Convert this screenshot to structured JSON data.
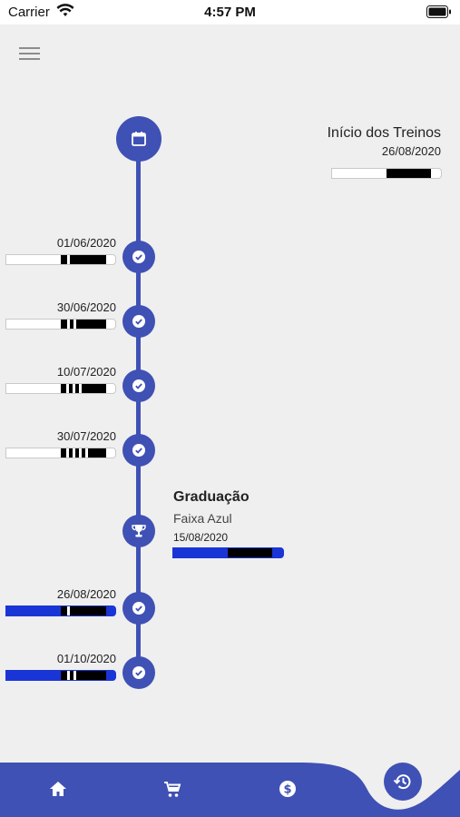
{
  "status_bar": {
    "carrier": "Carrier",
    "time": "4:57 PM"
  },
  "colors": {
    "accent": "#3f51b5",
    "blue_belt": "#1a35d6",
    "background": "#efefef"
  },
  "start": {
    "title": "Início dos Treinos",
    "date": "26/08/2020",
    "icon": "calendar-icon"
  },
  "graduations": [
    {
      "date": "01/06/2020",
      "belt": "white",
      "stripes": 1,
      "icon": "check-icon"
    },
    {
      "date": "30/06/2020",
      "belt": "white",
      "stripes": 2,
      "icon": "check-icon"
    },
    {
      "date": "10/07/2020",
      "belt": "white",
      "stripes": 3,
      "icon": "check-icon"
    },
    {
      "date": "30/07/2020",
      "belt": "white",
      "stripes": 4,
      "icon": "check-icon"
    }
  ],
  "promotion": {
    "title": "Graduação",
    "subtitle": "Faixa Azul",
    "date": "15/08/2020",
    "icon": "trophy-icon"
  },
  "blue_graduations": [
    {
      "date": "26/08/2020",
      "belt": "blue",
      "stripes": 1,
      "icon": "check-icon"
    },
    {
      "date": "01/10/2020",
      "belt": "blue",
      "stripes": 2,
      "icon": "check-icon"
    }
  ],
  "tabs": [
    {
      "name": "home",
      "icon": "home-icon"
    },
    {
      "name": "cart",
      "icon": "cart-icon"
    },
    {
      "name": "payment",
      "icon": "dollar-icon"
    },
    {
      "name": "history",
      "icon": "history-icon",
      "active": true
    }
  ]
}
